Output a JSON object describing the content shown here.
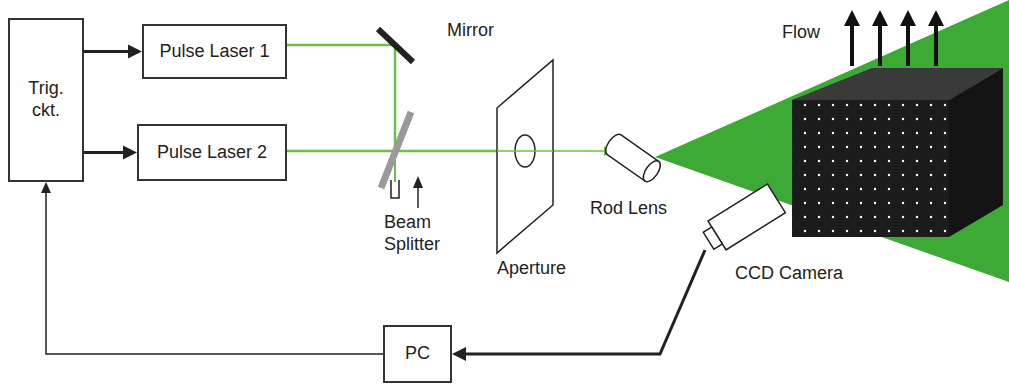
{
  "diagram": {
    "nodes": [
      {
        "text": [
          "Trig. ckt."
        ]
      },
      {
        "text": [
          "Pulse Laser 1"
        ]
      },
      {
        "text": [
          "Pulse Laser 2"
        ]
      },
      {
        "text": [
          "CCD Camera"
        ]
      },
      {
        "text": [
          "PC"
        ]
      }
    ],
    "edges": [
      {
        "from": 0,
        "to": 1,
        "arrow": "to"
      },
      {
        "from": 0,
        "to": 2,
        "arrow": "to"
      },
      {
        "from": 3,
        "to": 4,
        "arrow": "to"
      },
      {
        "from": 4,
        "to": 0,
        "arrow": "to"
      }
    ],
    "labels": [
      "Mirror",
      "Flow",
      "Beam Splitter",
      "Aperture",
      "Rod Lens"
    ]
  }
}
